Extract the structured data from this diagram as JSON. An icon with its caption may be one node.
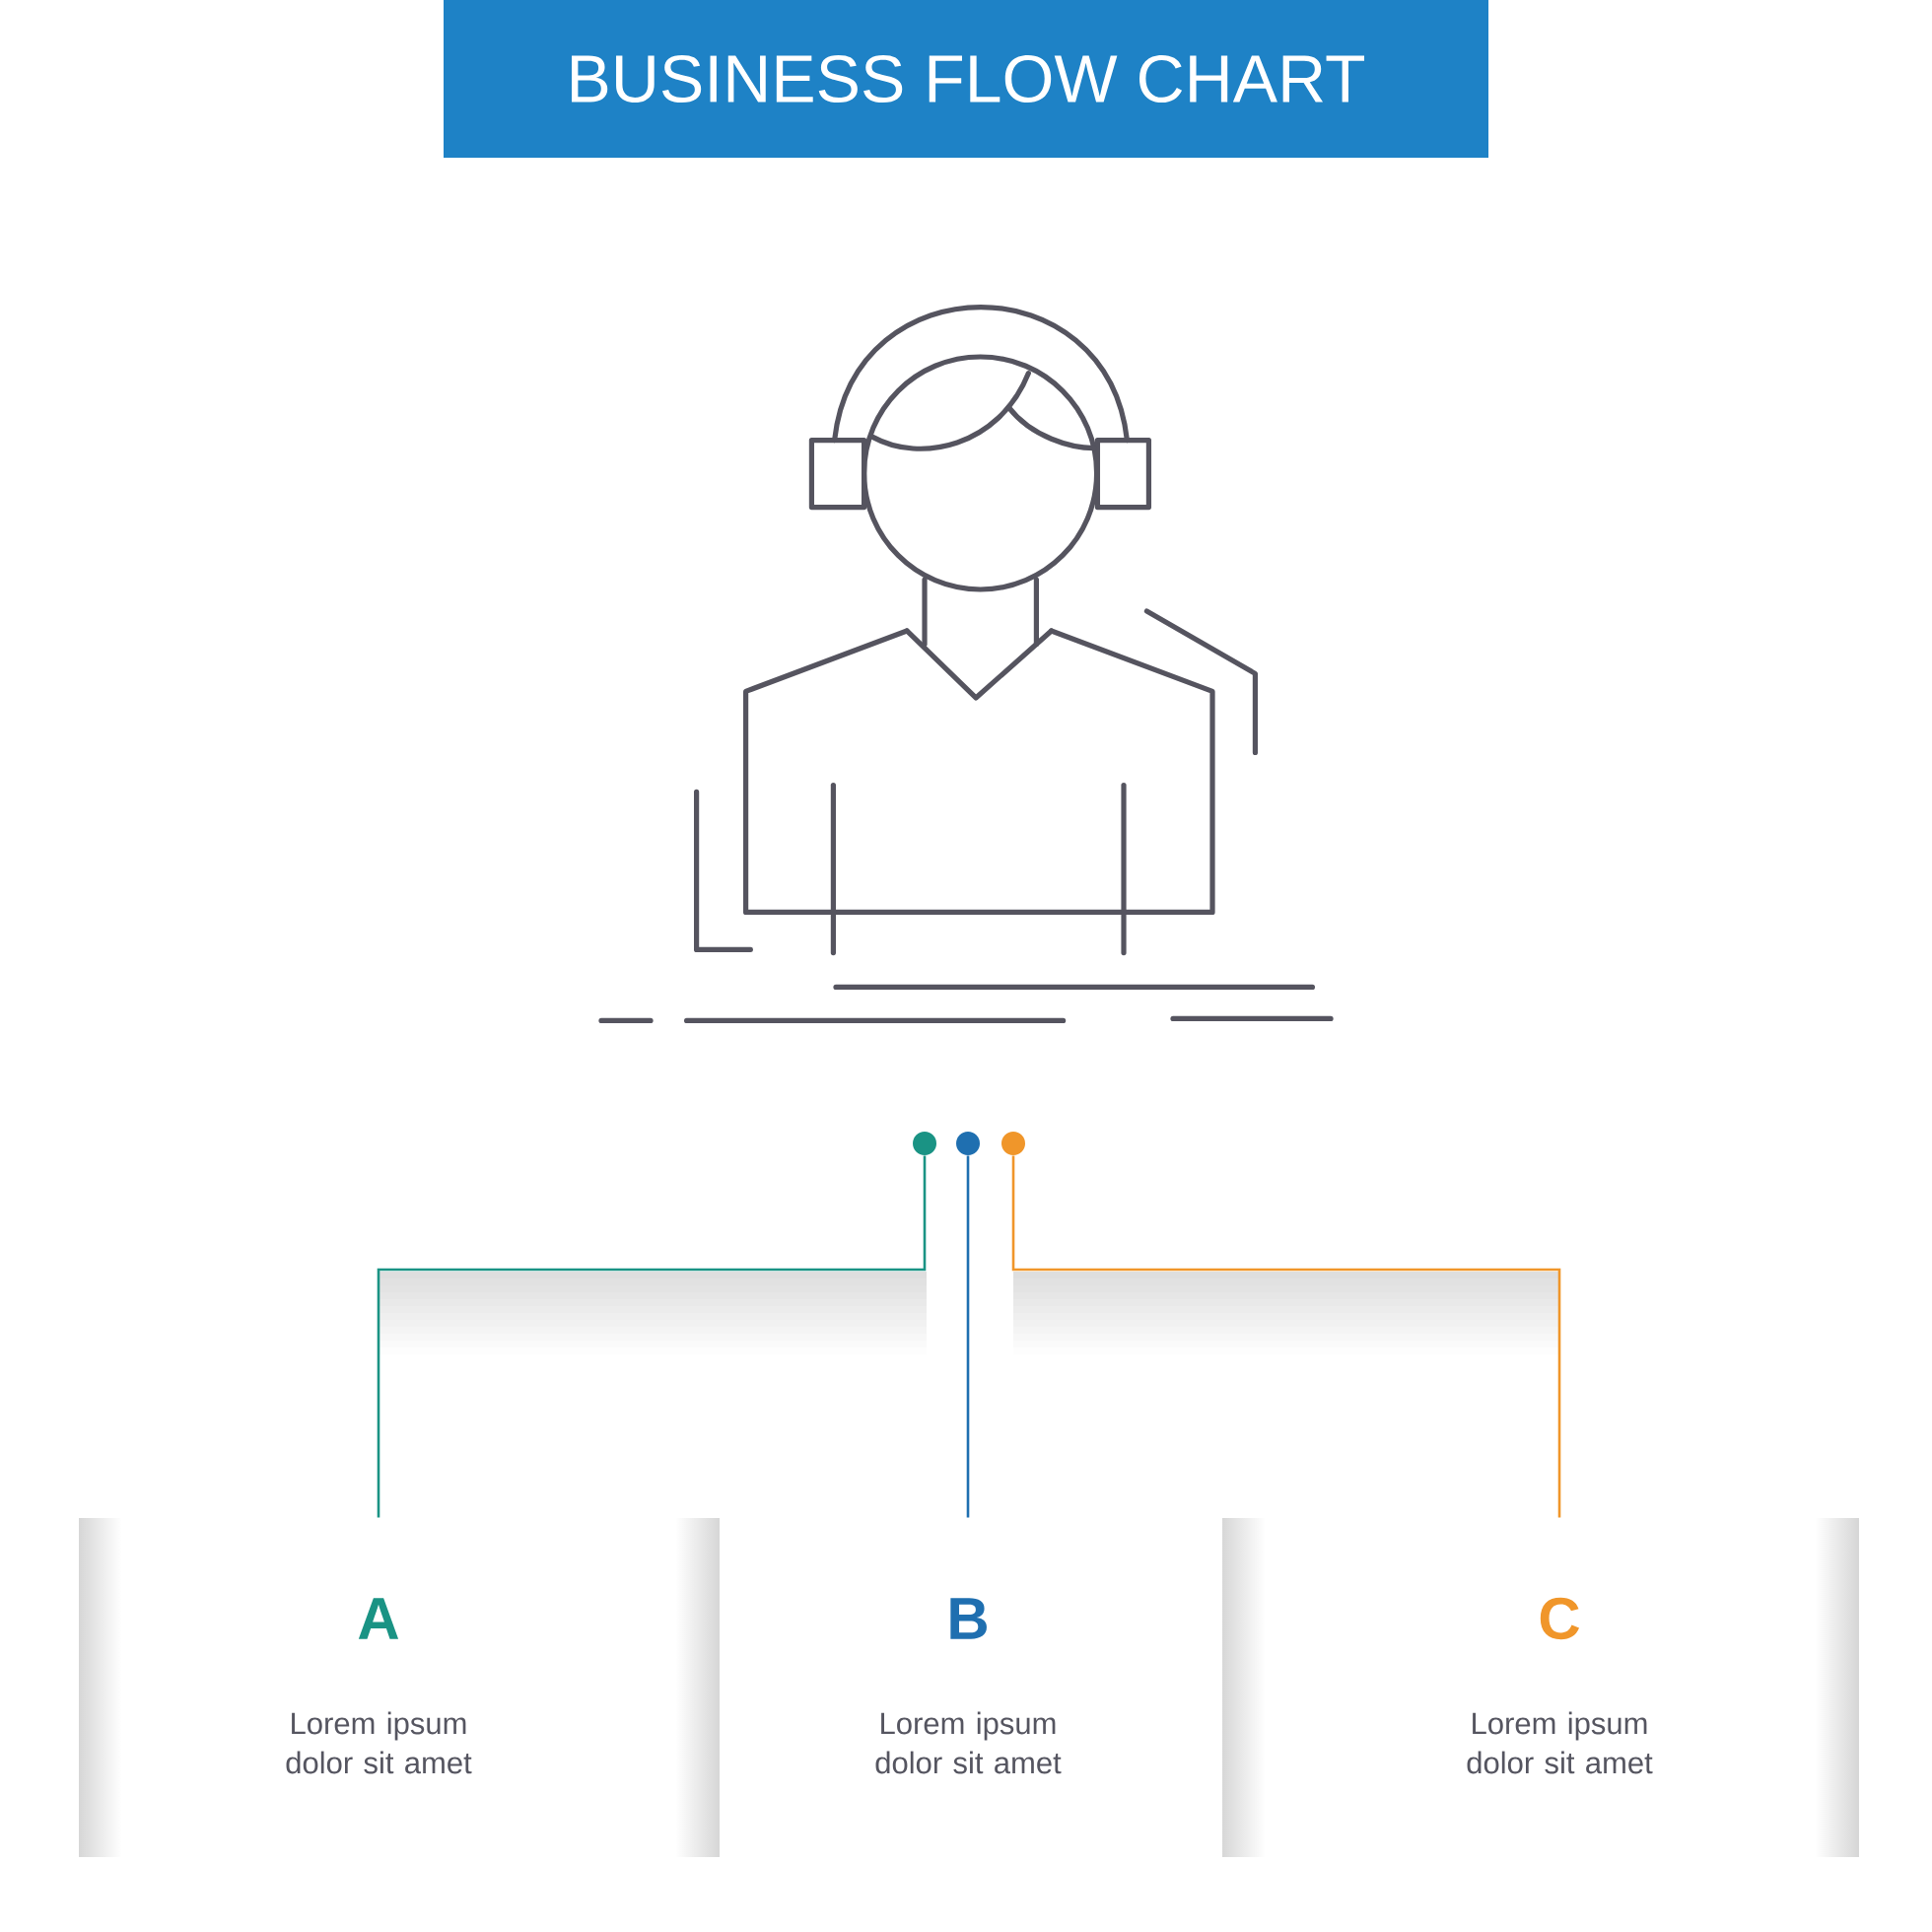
{
  "diagram": {
    "title": "BUSINESS FLOW CHART",
    "nodes": [
      {
        "text": [],
        "shape": "circle"
      },
      {
        "text": [],
        "shape": "circle"
      },
      {
        "text": [],
        "shape": "circle"
      },
      {
        "text": [
          "A",
          "Lorem ipsum dolor sit amet"
        ]
      },
      {
        "text": [
          "B",
          "Lorem ipsum dolor sit amet"
        ]
      },
      {
        "text": [
          "C",
          "Lorem ipsum dolor sit amet"
        ]
      }
    ],
    "edges": [
      {
        "from": 0,
        "to": 3,
        "arrow": "none",
        "color": "#1a9384"
      },
      {
        "from": 1,
        "to": 4,
        "arrow": "none",
        "color": "#1f6fb0"
      },
      {
        "from": 2,
        "to": 5,
        "arrow": "none",
        "color": "#f0962a"
      }
    ]
  }
}
